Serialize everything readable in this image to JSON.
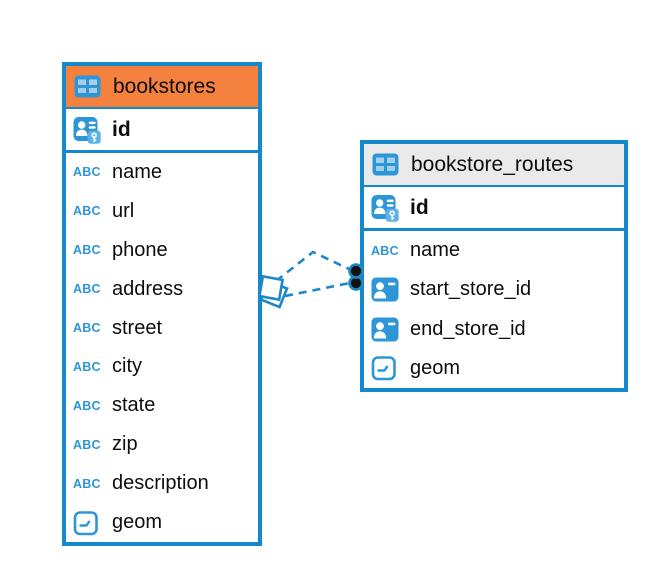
{
  "diagram": {
    "kind": "entity-relationship-diagram",
    "background": "#ffffff"
  },
  "colors": {
    "table_border": "#1389cb",
    "icon_blue": "#2d96d6",
    "icon_cell_light_blue": "#a6cfec",
    "connector_blue": "#1e88c7",
    "endpoint_dot_fill": "#111111",
    "text": "#0d0d0d"
  },
  "icons": {
    "table": "grid-table-icon",
    "primary_key": "person-key-icon",
    "foreign_key": "person-card-icon",
    "geometry": "geometry-box-icon",
    "string_type_label": "ABC"
  },
  "tables": [
    {
      "title": "bookstores",
      "header_bg": "#f5813e",
      "key_columns": [
        {
          "name": "id",
          "type": "primary_key"
        }
      ],
      "columns": [
        {
          "name": "name",
          "type": "string"
        },
        {
          "name": "url",
          "type": "string"
        },
        {
          "name": "phone",
          "type": "string"
        },
        {
          "name": "address",
          "type": "string"
        },
        {
          "name": "street",
          "type": "string"
        },
        {
          "name": "city",
          "type": "string"
        },
        {
          "name": "state",
          "type": "string"
        },
        {
          "name": "zip",
          "type": "string"
        },
        {
          "name": "description",
          "type": "string"
        },
        {
          "name": "geom",
          "type": "geometry"
        }
      ]
    },
    {
      "title": "bookstore_routes",
      "header_bg": "#eaeaea",
      "key_columns": [
        {
          "name": "id",
          "type": "primary_key"
        }
      ],
      "columns": [
        {
          "name": "name",
          "type": "string"
        },
        {
          "name": "start_store_id",
          "type": "foreign_key"
        },
        {
          "name": "end_store_id",
          "type": "foreign_key"
        },
        {
          "name": "geom",
          "type": "geometry"
        }
      ]
    }
  ],
  "relationships": [
    {
      "from_table": "bookstore_routes",
      "to_table": "bookstores",
      "style": "dashed",
      "line_count": 2,
      "source_marker": "diamond",
      "target_marker": "filled-dot"
    }
  ]
}
